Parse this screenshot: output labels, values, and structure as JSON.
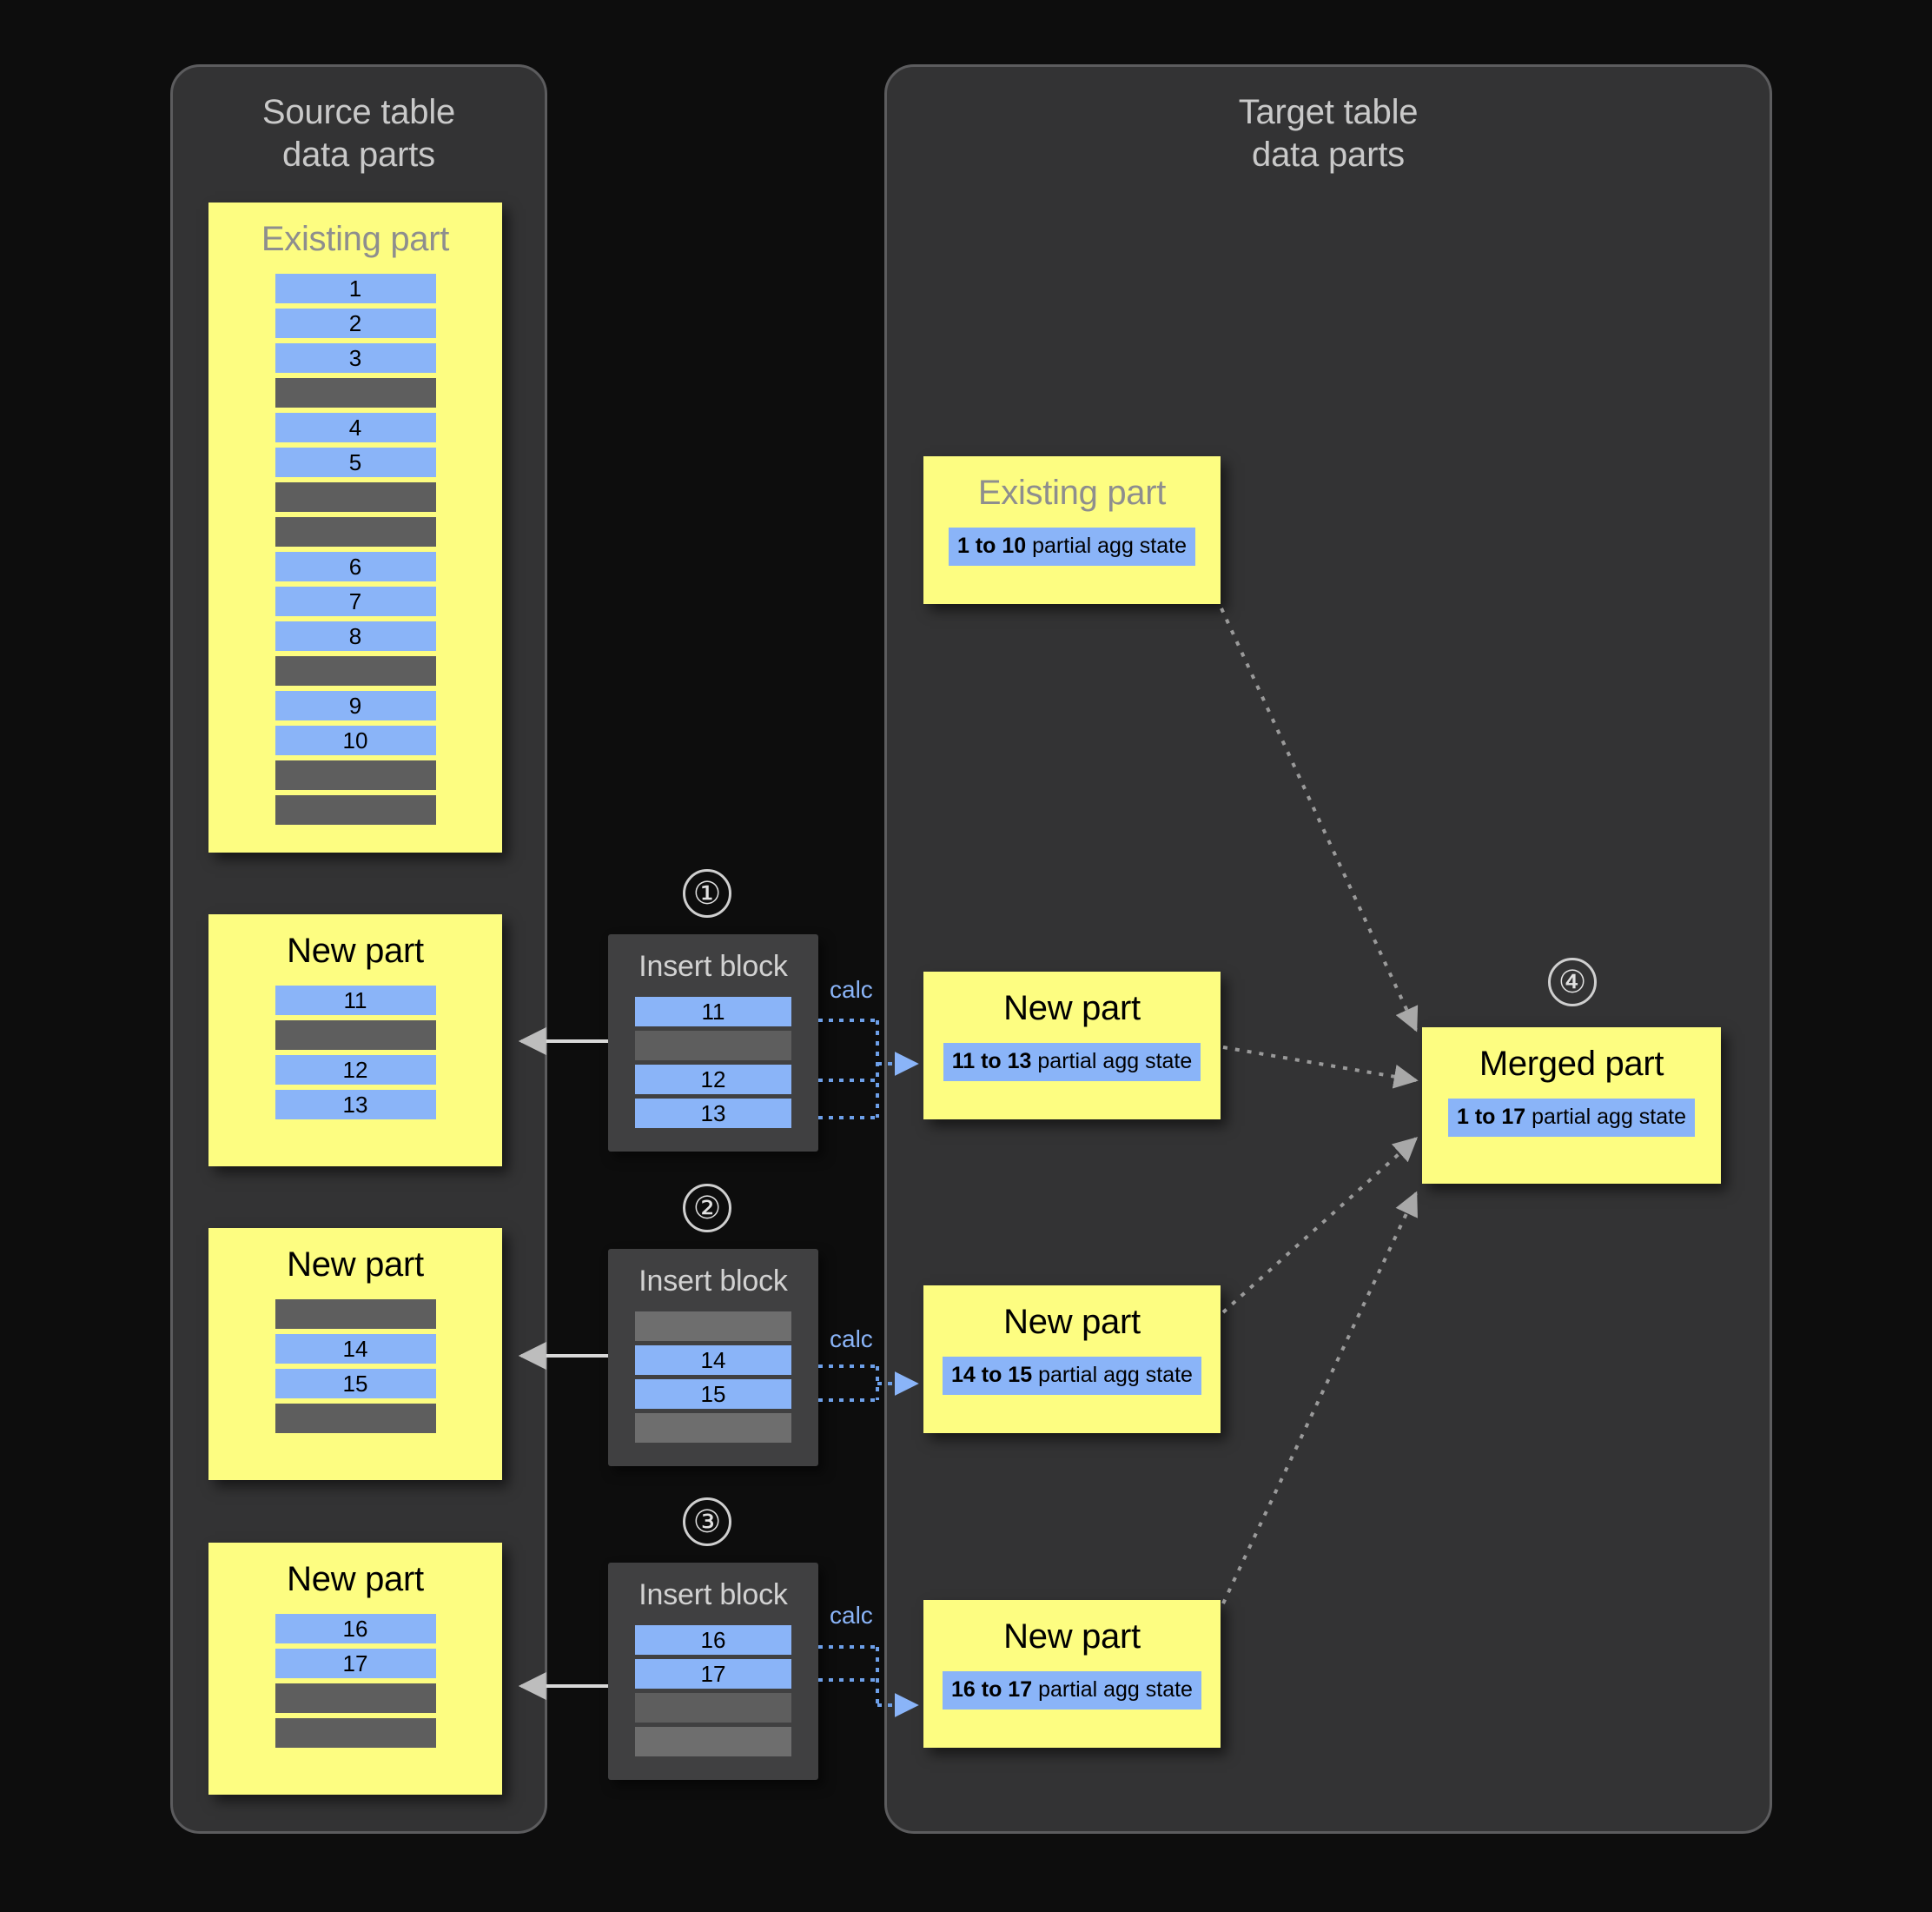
{
  "source_panel": {
    "title": "Source table\ndata parts",
    "existing_part": {
      "title": "Existing part",
      "rows": [
        {
          "type": "blue",
          "label": "1"
        },
        {
          "type": "blue",
          "label": "2"
        },
        {
          "type": "blue",
          "label": "3"
        },
        {
          "type": "gap",
          "label": ""
        },
        {
          "type": "blue",
          "label": "4"
        },
        {
          "type": "blue",
          "label": "5"
        },
        {
          "type": "gap",
          "label": ""
        },
        {
          "type": "gap",
          "label": ""
        },
        {
          "type": "blue",
          "label": "6"
        },
        {
          "type": "blue",
          "label": "7"
        },
        {
          "type": "blue",
          "label": "8"
        },
        {
          "type": "gap",
          "label": ""
        },
        {
          "type": "blue",
          "label": "9"
        },
        {
          "type": "blue",
          "label": "10"
        },
        {
          "type": "gap",
          "label": ""
        },
        {
          "type": "gap",
          "label": ""
        }
      ]
    },
    "new_parts": [
      {
        "title": "New part",
        "rows": [
          {
            "type": "blue",
            "label": "11"
          },
          {
            "type": "gap",
            "label": ""
          },
          {
            "type": "blue",
            "label": "12"
          },
          {
            "type": "blue",
            "label": "13"
          }
        ]
      },
      {
        "title": "New part",
        "rows": [
          {
            "type": "gap",
            "label": ""
          },
          {
            "type": "blue",
            "label": "14"
          },
          {
            "type": "blue",
            "label": "15"
          },
          {
            "type": "gap",
            "label": ""
          }
        ]
      },
      {
        "title": "New part",
        "rows": [
          {
            "type": "blue",
            "label": "16"
          },
          {
            "type": "blue",
            "label": "17"
          },
          {
            "type": "gap",
            "label": ""
          },
          {
            "type": "gap",
            "label": ""
          }
        ]
      }
    ]
  },
  "insert_blocks": [
    {
      "step": "①",
      "title": "Insert block",
      "calc_label": "calc",
      "rows": [
        {
          "type": "blue",
          "label": "11"
        },
        {
          "type": "gap",
          "label": ""
        },
        {
          "type": "blue",
          "label": "12"
        },
        {
          "type": "blue",
          "label": "13"
        }
      ]
    },
    {
      "step": "②",
      "title": "Insert block",
      "calc_label": "calc",
      "rows": [
        {
          "type": "gap2",
          "label": ""
        },
        {
          "type": "blue",
          "label": "14"
        },
        {
          "type": "blue",
          "label": "15"
        },
        {
          "type": "gap2",
          "label": ""
        }
      ]
    },
    {
      "step": "③",
      "title": "Insert block",
      "calc_label": "calc",
      "rows": [
        {
          "type": "blue",
          "label": "16"
        },
        {
          "type": "blue",
          "label": "17"
        },
        {
          "type": "gap",
          "label": ""
        },
        {
          "type": "gap2",
          "label": ""
        }
      ]
    }
  ],
  "target_panel": {
    "title": "Target table\ndata parts",
    "existing_part": {
      "title": "Existing part",
      "agg_range": "1 to 10",
      "agg_suffix": " partial agg state"
    },
    "new_parts": [
      {
        "title": "New part",
        "agg_range": "11 to 13",
        "agg_suffix": " partial agg state"
      },
      {
        "title": "New part",
        "agg_range": "14 to 15",
        "agg_suffix": " partial agg state"
      },
      {
        "title": "New part",
        "agg_range": "16 to 17",
        "agg_suffix": " partial agg state"
      }
    ],
    "merged_part": {
      "step": "④",
      "title": "Merged part",
      "agg_range": "1 to 17",
      "agg_suffix": " partial agg state"
    }
  },
  "colors": {
    "background": "#0d0d0d",
    "panel_fill": "#333334",
    "panel_border": "#5c5c5e",
    "part_yellow": "#fdfd81",
    "row_blue": "#8ab4f8",
    "row_gap": "#5e5e5e",
    "insert_block_fill": "#404041",
    "arrow_gray": "#a8a8a8",
    "accent_blue": "#8ab4f8"
  }
}
